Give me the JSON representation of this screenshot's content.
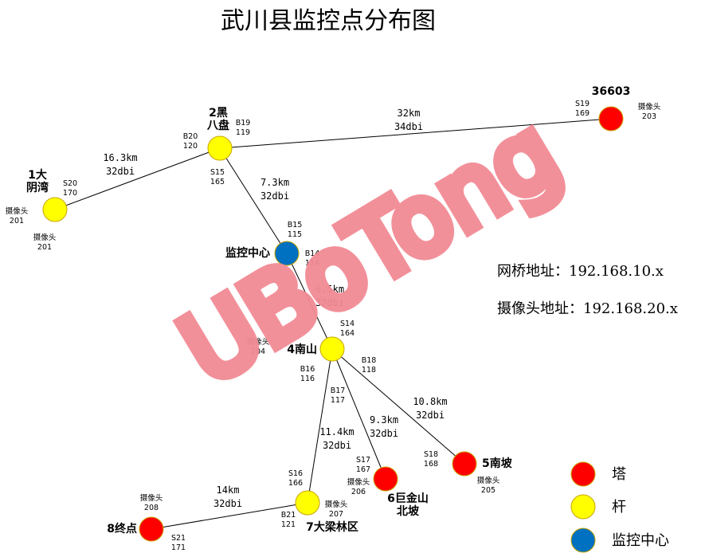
{
  "title": "武川县监控点分布图",
  "watermark": "UBoTong",
  "colors": {
    "tower": "#ff0000",
    "pole": "#ffff00",
    "center": "#0070c0"
  },
  "info": {
    "bridge_address": "网桥地址：192.168.10.x",
    "camera_address": "摄像头地址：192.168.20.x"
  },
  "legend": [
    {
      "label": "塔",
      "type": "tower"
    },
    {
      "label": "杆",
      "type": "pole"
    },
    {
      "label": "监控中心",
      "type": "center"
    }
  ],
  "nodes": [
    {
      "id": "n36603",
      "name": "36603",
      "type": "tower"
    },
    {
      "id": "n2",
      "name": "2黑八盘",
      "type": "pole"
    },
    {
      "id": "n1",
      "name": "1大阴湾",
      "type": "pole"
    },
    {
      "id": "nc",
      "name": "监控中心",
      "type": "center"
    },
    {
      "id": "n4",
      "name": "4南山",
      "type": "pole"
    },
    {
      "id": "n5",
      "name": "5南坡",
      "type": "tower"
    },
    {
      "id": "n6",
      "name": "6巨金山北坡",
      "type": "tower"
    },
    {
      "id": "n7",
      "name": "7大梁林区",
      "type": "pole"
    },
    {
      "id": "n8",
      "name": "8终点",
      "type": "tower"
    }
  ],
  "links": [
    {
      "from": "n2",
      "to": "n36603",
      "distance": "32km",
      "gain": "34dbi"
    },
    {
      "from": "n1",
      "to": "n2",
      "distance": "16.3km",
      "gain": "32dbi"
    },
    {
      "from": "n2",
      "to": "nc",
      "distance": "7.3km",
      "gain": "32dbi"
    },
    {
      "from": "nc",
      "to": "n4",
      "distance": "6.5km",
      "gain": "32dbi"
    },
    {
      "from": "n4",
      "to": "n5",
      "distance": "10.8km",
      "gain": "32dbi"
    },
    {
      "from": "n4",
      "to": "n6",
      "distance": "9.3km",
      "gain": "32dbi"
    },
    {
      "from": "n4",
      "to": "n7",
      "distance": "11.4km",
      "gain": "32dbi"
    },
    {
      "from": "n7",
      "to": "n8",
      "distance": "14km",
      "gain": "32dbi"
    }
  ],
  "device_labels": [
    {
      "line1": "S19",
      "line2": "169"
    },
    {
      "line1": "摄像头",
      "line2": "203"
    },
    {
      "line1": "B19",
      "line2": "119"
    },
    {
      "line1": "B20",
      "line2": "120"
    },
    {
      "line1": "S15",
      "line2": "165"
    },
    {
      "line1": "S20",
      "line2": "170"
    },
    {
      "line1": "摄像头",
      "line2": "201"
    },
    {
      "line1": "摄像头",
      "line2": "201"
    },
    {
      "line1": "B15",
      "line2": "115"
    },
    {
      "line1": "B14",
      "line2": "114"
    },
    {
      "line1": "S14",
      "line2": "164"
    },
    {
      "line1": "摄像头",
      "line2": "204"
    },
    {
      "line1": "B16",
      "line2": "116"
    },
    {
      "line1": "B18",
      "line2": "118"
    },
    {
      "line1": "B17",
      "line2": "117"
    },
    {
      "line1": "S18",
      "line2": "168"
    },
    {
      "line1": "摄像头",
      "line2": "205"
    },
    {
      "line1": "S17",
      "line2": "167"
    },
    {
      "line1": "摄像头",
      "line2": "206"
    },
    {
      "line1": "S16",
      "line2": "166"
    },
    {
      "line1": "摄像头",
      "line2": "207"
    },
    {
      "line1": "B21",
      "line2": "121"
    },
    {
      "line1": "摄像头",
      "line2": "208"
    },
    {
      "line1": "S21",
      "line2": "171"
    }
  ]
}
